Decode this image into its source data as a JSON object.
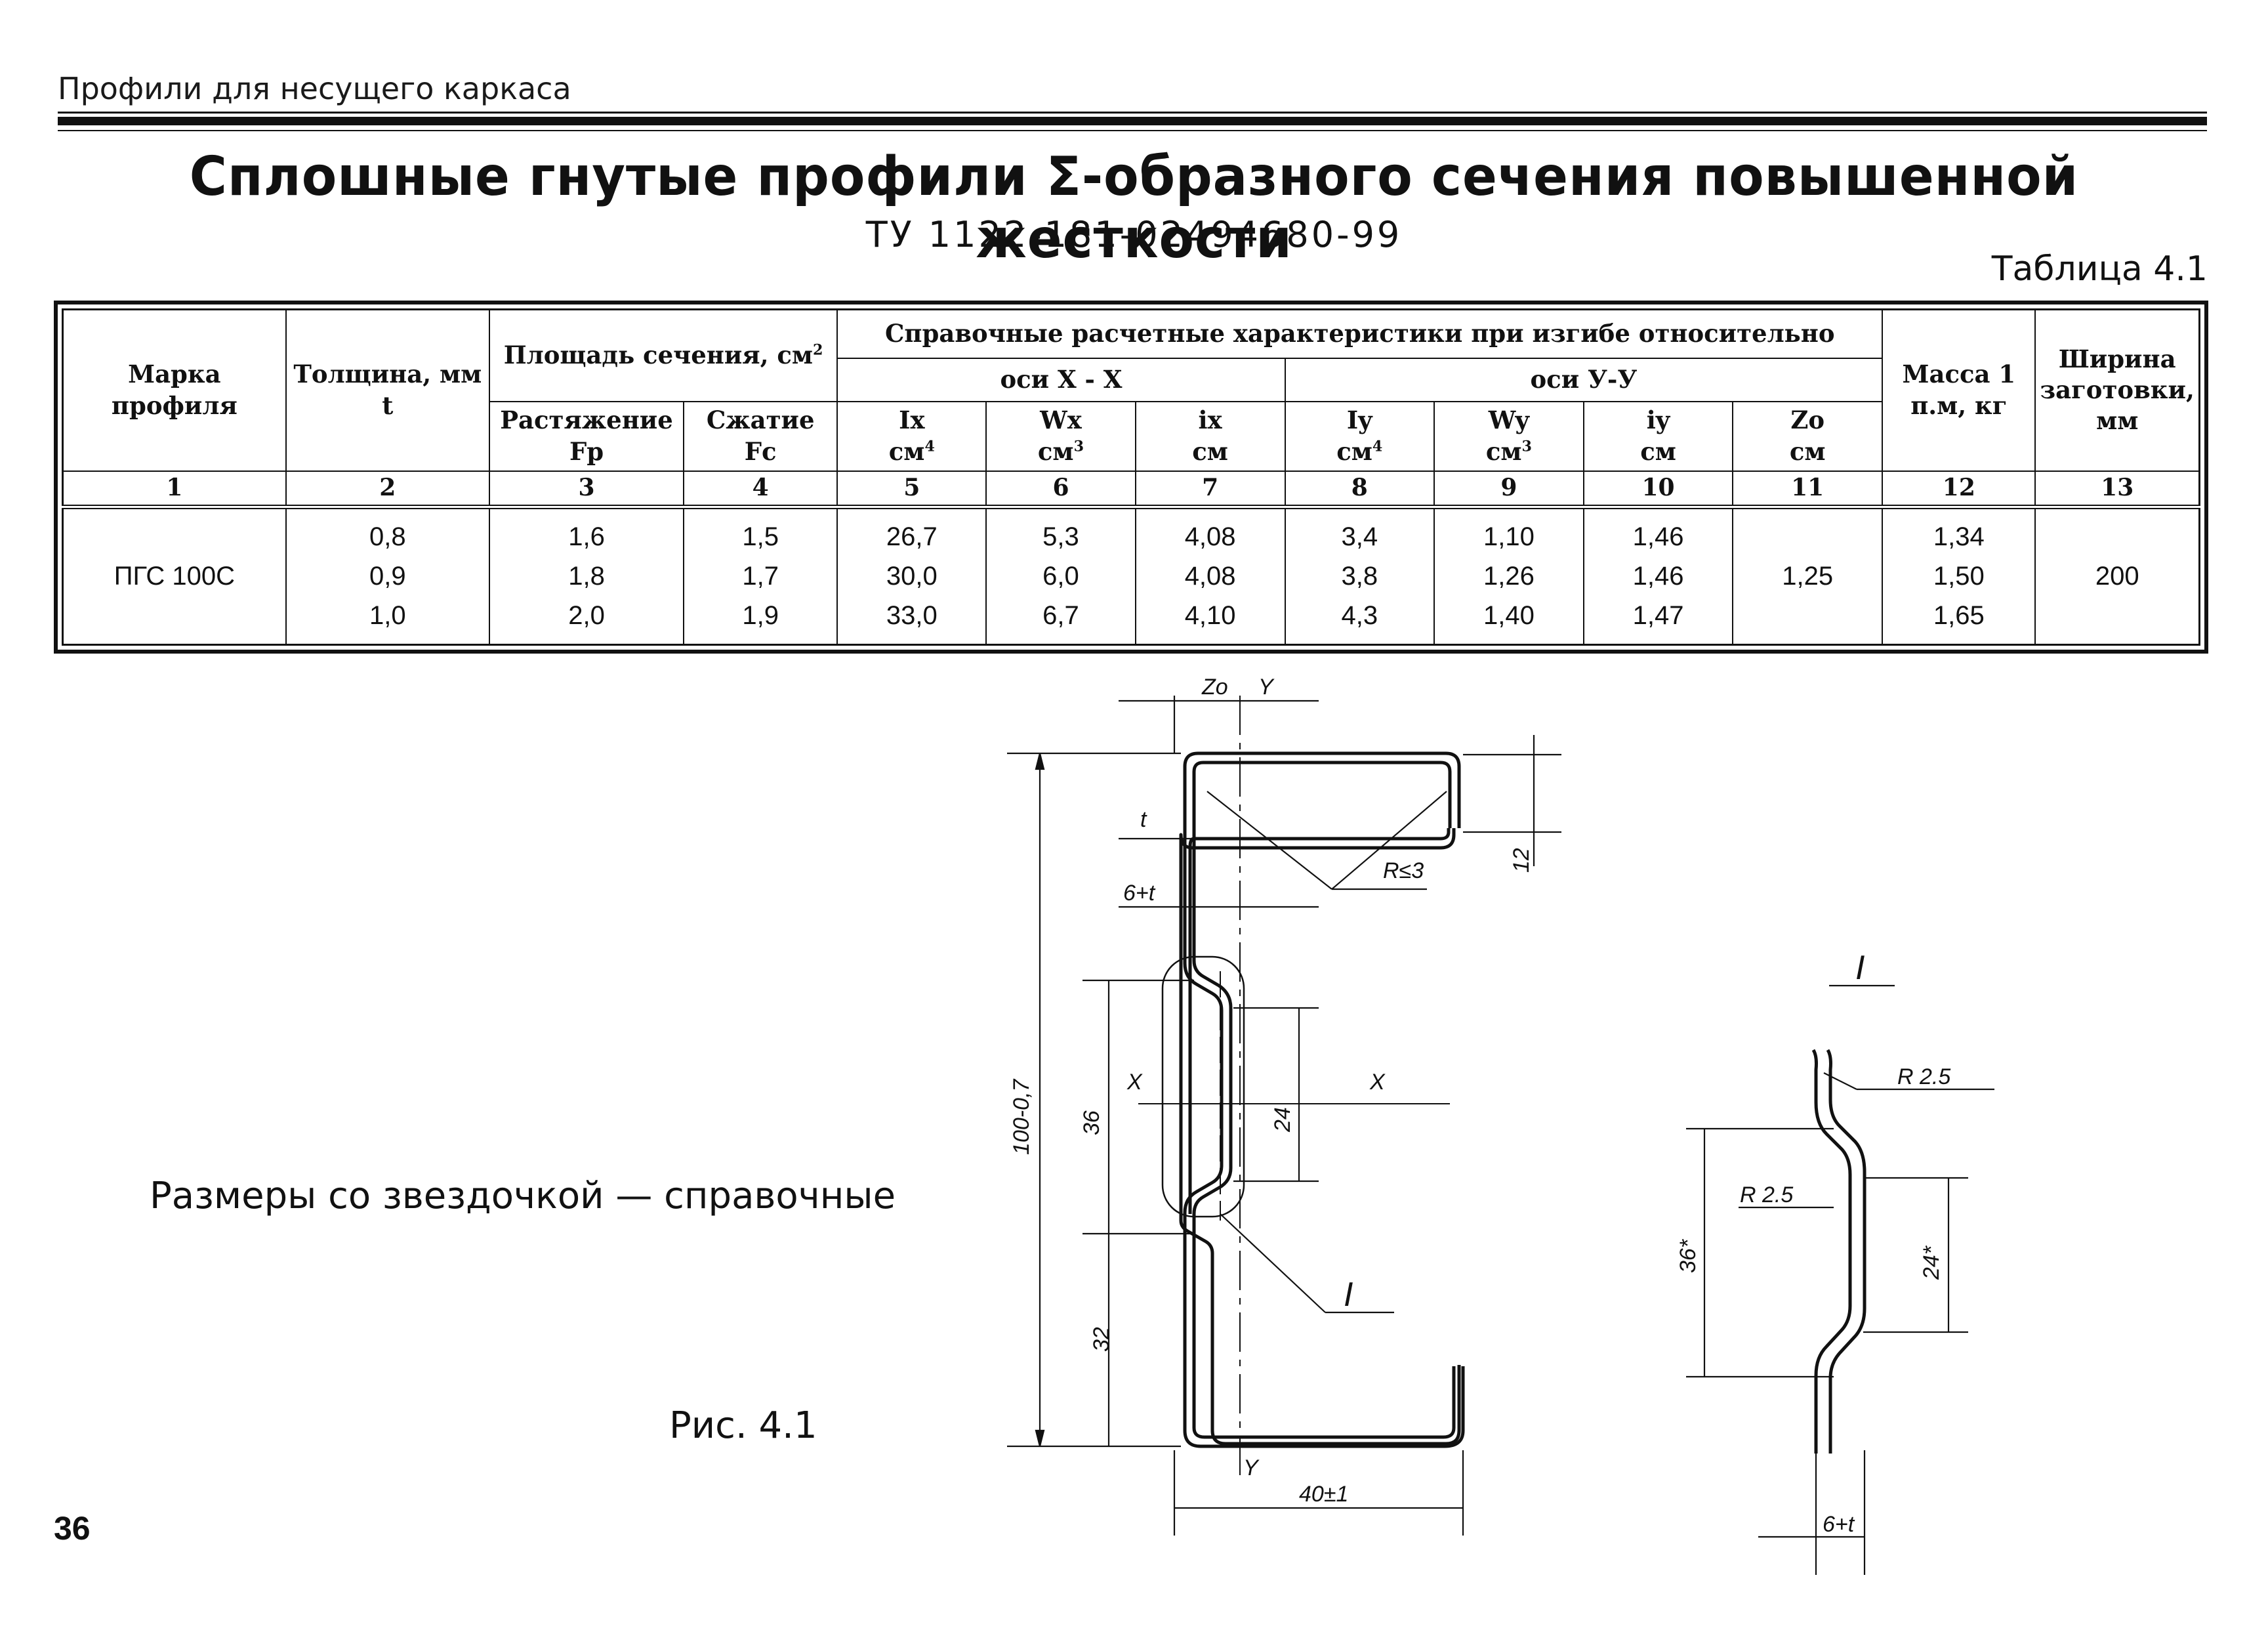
{
  "header": {
    "section_title": "Профили для несущего каркаса",
    "main_title": "Сплошные гнутые профили Σ-образного сечения повышенной жесткости",
    "tu": "ТУ 1122-181-02494680-99",
    "table_label": "Таблица 4.1"
  },
  "table": {
    "h_mark": "Марка профиля",
    "h_thickness": "Толщина, мм t",
    "h_area": "Площадь сечения, см",
    "h_area_sup": "2",
    "h_tension": "Растяжение",
    "h_tension_sym": "Fp",
    "h_compression": "Сжатие",
    "h_compression_sym": "Fc",
    "h_bending": "Справочные расчетные характеристики при изгибе относительно",
    "h_axis_x": "оси X - X",
    "h_axis_y": "оси У-У",
    "h_ix": "Ix",
    "h_ix_unit": "см",
    "h_ix_sup": "4",
    "h_wx": "Wx",
    "h_wx_unit": "см",
    "h_wx_sup": "3",
    "h_rx": "ix",
    "h_rx_unit": "см",
    "h_iy": "Iy",
    "h_iy_unit": "см",
    "h_iy_sup": "4",
    "h_wy": "Wy",
    "h_wy_unit": "см",
    "h_wy_sup": "3",
    "h_ry": "iy",
    "h_ry_unit": "см",
    "h_zo": "Zo",
    "h_zo_unit": "см",
    "h_mass": "Масса 1 п.м, кг",
    "h_width": "Ширина заготовки, мм",
    "col_numbers": [
      "1",
      "2",
      "3",
      "4",
      "5",
      "6",
      "7",
      "8",
      "9",
      "10",
      "11",
      "12",
      "13"
    ],
    "mark": "ПГС 100С",
    "thickness": [
      "0,8",
      "0,9",
      "1,0"
    ],
    "fp": [
      "1,6",
      "1,8",
      "2,0"
    ],
    "fc": [
      "1,5",
      "1,7",
      "1,9"
    ],
    "ix": [
      "26,7",
      "30,0",
      "33,0"
    ],
    "wx": [
      "5,3",
      "6,0",
      "6,7"
    ],
    "rx": [
      "4,08",
      "4,08",
      "4,10"
    ],
    "iy": [
      "3,4",
      "3,8",
      "4,3"
    ],
    "wy": [
      "1,10",
      "1,26",
      "1,40"
    ],
    "ry": [
      "1,46",
      "1,46",
      "1,47"
    ],
    "zo": "1,25",
    "mass": [
      "1,34",
      "1,50",
      "1,65"
    ],
    "width": "200"
  },
  "figure": {
    "note": "Размеры со звездочкой — справочные",
    "caption": "Рис. 4.1",
    "labels": {
      "zo": "Zo",
      "y_top": "Y",
      "y_bottom": "Y",
      "t": "t",
      "six_t": "6+t",
      "radius": "R≤3",
      "dim_12": "12",
      "dim_100": "100-0,7",
      "dim_36": "36",
      "dim_24": "24",
      "dim_32": "32",
      "dim_40": "40±1",
      "x_left": "X",
      "x_right": "X",
      "detail_ref": "I",
      "detail_title": "I",
      "r25_a": "R 2.5",
      "r25_b": "R 2.5",
      "dim_36s": "36*",
      "dim_24s": "24*",
      "six_t_detail": "6+t"
    }
  },
  "page_number": "36"
}
